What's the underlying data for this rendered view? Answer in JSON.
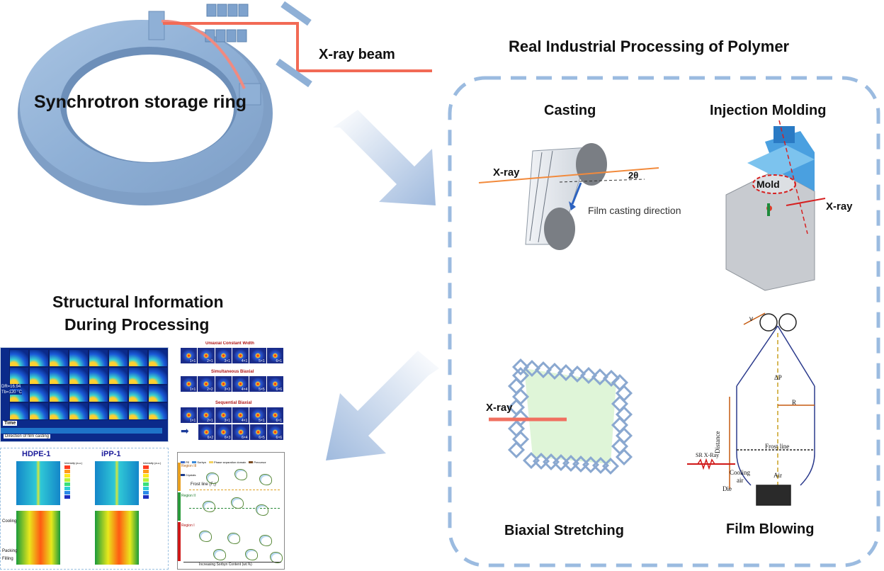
{
  "synchrotron": {
    "ring_label": "Synchrotron storage ring",
    "beam_label": "X-ray beam"
  },
  "industrial": {
    "title": "Real Industrial Processing of Polymer",
    "casting": {
      "title": "Casting",
      "xray": "X-ray",
      "angle": "2θ",
      "direction": "Film casting direction"
    },
    "injection": {
      "title": "Injection Molding",
      "mold": "Mold",
      "xray": "X-ray"
    },
    "biaxial": {
      "title": "Biaxial Stretching",
      "xray": "X-ray"
    },
    "blowing": {
      "title": "Film Blowing",
      "v1": "v",
      "dp": "ΔP",
      "r": "R",
      "distance": "Distance",
      "frost": "Frost line",
      "sr": "SR X-Ray",
      "cooling": "Cooling",
      "air1": "air",
      "air2": "Air",
      "die": "Die"
    }
  },
  "structural": {
    "title_line1": "Structural Information",
    "title_line2": "During Processing",
    "casting_panel": {
      "dr": "DR=16.94",
      "tb": "Tb=120 °C",
      "time": "Time",
      "direction": "Direction of film casting"
    },
    "stretch_panel": {
      "uniaxial": "Uniaxial Constant Width",
      "simultaneous": "Simultaneous Biaxial",
      "sequential": "Sequential Biaxial",
      "uniaxial_ratios": [
        "1×1",
        "2×1",
        "3×1",
        "4×1",
        "5×1",
        "6×1"
      ],
      "simultaneous_ratios": [
        "1×1",
        "2×2",
        "3×3",
        "4×4",
        "5×5",
        "6×6"
      ],
      "sequential_ratios": [
        "1×1",
        "2×1",
        "3×1",
        "4×1",
        "5×1",
        "6×1"
      ],
      "sequential_ratios_2": [
        "6×2",
        "6×3",
        "6×4",
        "6×5",
        "6×6"
      ]
    },
    "blowing_panel": {
      "hdpe": "HDPE-1",
      "ipp": "iPP-1",
      "cooling": "Cooling",
      "packing": "Packing",
      "filling": "Filling",
      "intensity": "Intensity (a.u.)",
      "colors": [
        "#ff3b1f",
        "#ff9a1c",
        "#ffe81f",
        "#b8f23a",
        "#39e07a",
        "#2ecfd6",
        "#2b8ae8",
        "#1f2fbf"
      ]
    },
    "regions_panel": {
      "legend": [
        "PE",
        "Sorbyn",
        "Phase separation domain",
        "Precursor",
        "Crystals"
      ],
      "frost": "Frost line (F₁)",
      "regions": [
        "Region III",
        "Region II",
        "Region I"
      ],
      "xaxis": "Increasing Sorbyn Content (wt.%)"
    }
  }
}
